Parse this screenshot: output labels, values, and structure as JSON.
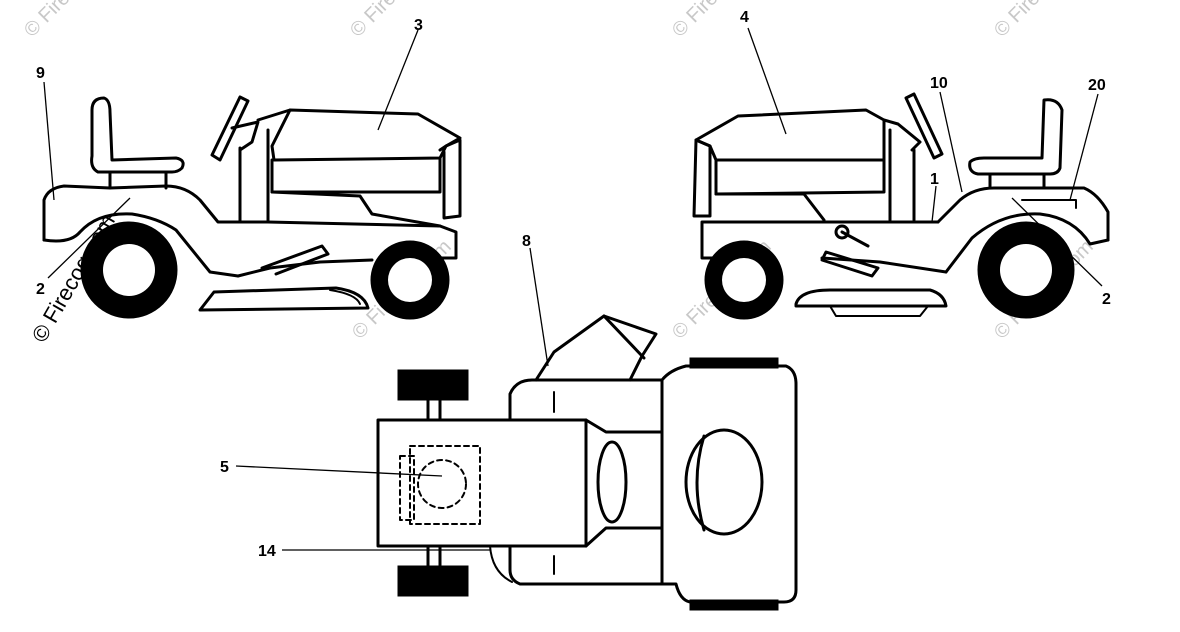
{
  "watermark": {
    "text": "© Firecog.com"
  },
  "callouts": {
    "c9": "9",
    "c2_left": "2",
    "c3": "3",
    "c4": "4",
    "c10": "10",
    "c20": "20",
    "c1": "1",
    "c2_right": "2",
    "c8": "8",
    "c5": "5",
    "c14": "14"
  },
  "colors": {
    "ink": "#000000",
    "watermark": "#c8c8c8",
    "background": "#ffffff"
  }
}
